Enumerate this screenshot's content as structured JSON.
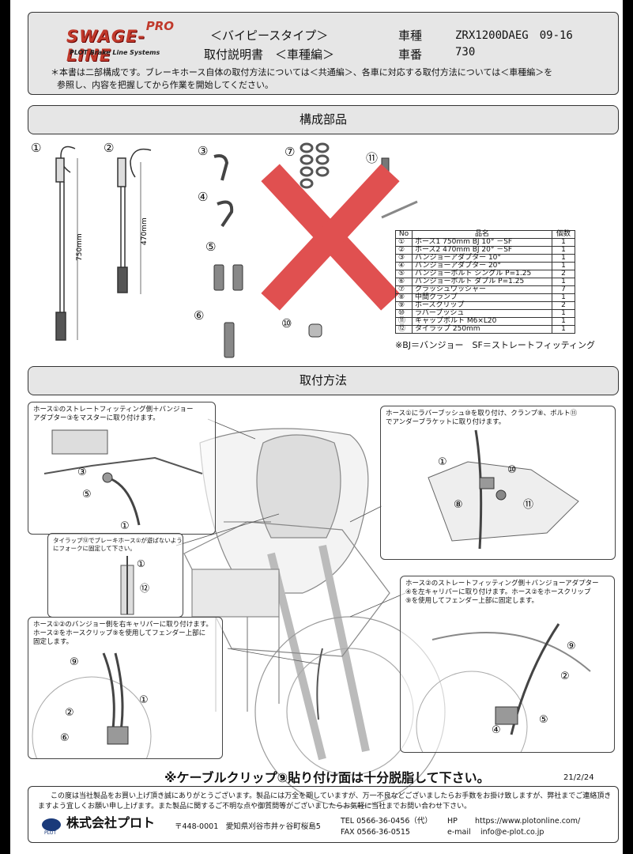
{
  "header": {
    "logo_pro": "PRO",
    "logo_main": "SWAGE-LINE",
    "logo_sub": "PLOT Brake Line Systems",
    "type_label": "＜バイピースタイプ＞",
    "manual_label": "取付説明書　＜車種編＞",
    "model_key": "車種",
    "model_value": "ZRX1200DAEG　09-16",
    "number_key": "車番",
    "number_value": "730",
    "note_line1": "＊本書は二部構成です。ブレーキホース自体の取付方法については＜共通編＞、各車に対応する取付方法については＜車種編＞を",
    "note_line2": "参照し、内容を把握してから作業を開始してください。"
  },
  "sections": {
    "parts_title": "構成部品",
    "install_title": "取付方法"
  },
  "part_numbers": [
    "①",
    "②",
    "③",
    "④",
    "⑤",
    "⑥",
    "⑦",
    "⑪",
    "⑩"
  ],
  "dimensions": {
    "hose1": "750mm",
    "hose2": "470mm"
  },
  "parts_table": {
    "headers": [
      "No",
      "品名",
      "個数"
    ],
    "rows": [
      [
        "①",
        "ホース1 750mm BJ 10° －SF",
        "1"
      ],
      [
        "②",
        "ホース2 470mm BJ 20° －SF",
        "1"
      ],
      [
        "③",
        "バンジョーアダプター 10°",
        "1"
      ],
      [
        "④",
        "バンジョーアダプター 20°",
        "1"
      ],
      [
        "⑤",
        "バンジョーボルト シングル P=1.25",
        "2"
      ],
      [
        "⑥",
        "バンジョーボルト ダブル P=1.25",
        "1"
      ],
      [
        "⑦",
        "クラッシュワッシャー",
        "7"
      ],
      [
        "⑧",
        "中間クランプ",
        "1"
      ],
      [
        "⑨",
        "ホースクリップ",
        "2"
      ],
      [
        "⑩",
        "ラバーブッシュ",
        "1"
      ],
      [
        "⑪",
        "キャップボルト M6×L20",
        "1"
      ],
      [
        "⑫",
        "タイラップ 250mm",
        "1"
      ]
    ]
  },
  "legend_note": "※BJ＝バンジョー　SF＝ストレートフィッティング",
  "callouts": {
    "c1_line1": "ホース①のストレートフィッティング側＋バンジョー",
    "c1_line2": "アダプター③をマスターに取り付けます。",
    "c2_line1": "ホース①にラバーブッシュ⑩を取り付け、クランプ⑧、ボルト⑪",
    "c2_line2": "でアンダーブラケットに取り付けます。",
    "c3_line1": "タイラップ⑫でブレーキホース①が遊ばないよう",
    "c3_line2": "にフォークに固定して下さい。",
    "c4_line1": "ホース②のストレートフィッティング側＋バンジョーアダプター",
    "c4_line2": "④を左キャリパーに取り付けます。ホース②をホースクリップ",
    "c4_line3": "⑨を使用してフェンダー上部に固定します。",
    "c5_line1": "ホース①②のバンジョー側を右キャリパーに取り付けます。",
    "c5_line2": "ホース②をホースクリップ⑨を使用してフェンダー上部に",
    "c5_line3": "固定します。"
  },
  "diagram_labels": {
    "c1": [
      "③",
      "⑤",
      "①"
    ],
    "c2": [
      "①",
      "⑩",
      "⑧",
      "⑪"
    ],
    "c3": [
      "①",
      "⑫"
    ],
    "c4": [
      "⑨",
      "②",
      "④",
      "⑤"
    ],
    "c5": [
      "⑨",
      "②",
      "①",
      "⑥"
    ]
  },
  "warning": "※ケーブルクリップ⑨貼り付け面は十分脱脂して下さい。",
  "date": "21/2/24",
  "footer": {
    "thanks_line1": "この度は当社製品をお買い上げ頂き誠にありがとうございます。製品には万全を期していますが、万一不良などございましたらお手数をお掛け致しますが、弊社までご連絡頂き",
    "thanks_line2": "ますよう宜しくお願い申し上げます。また製品に関するご不明な点や御質問等がございましたらお気軽に当社までお問い合わせ下さい。",
    "company": "株式会社プロト",
    "address": "〒448-0001　愛知県刈谷市井ヶ谷町桜島5",
    "tel": "TEL 0566-36-0456（代）",
    "fax": "FAX 0566-36-0515",
    "hp_label": "HP",
    "hp": "https://www.plotonline.com/",
    "mail_label": "e-mail",
    "mail": "info@e-plot.co.jp"
  },
  "colors": {
    "brand_red": "#c0392b",
    "cross_red": "#e05050",
    "panel_gray": "#e6e6e6"
  }
}
